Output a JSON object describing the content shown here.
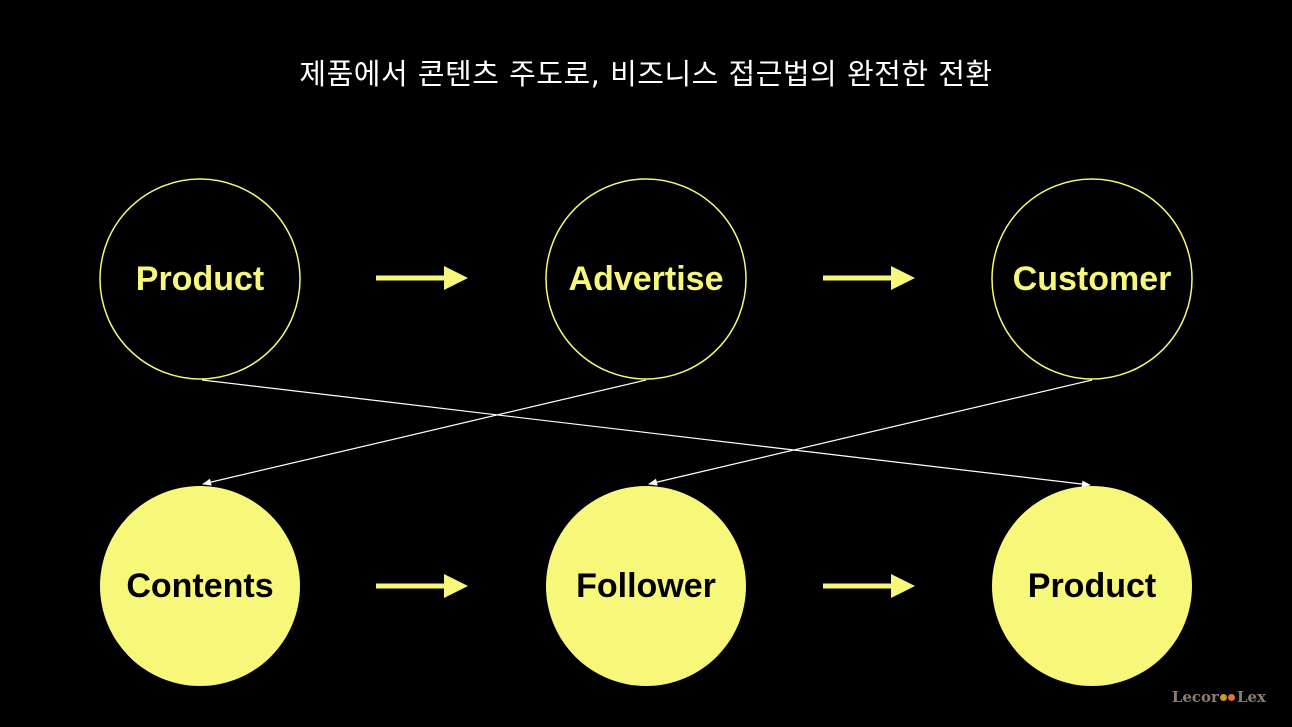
{
  "title": "제품에서 콘텐츠 주도로, 비즈니스 접근법의 완전한 전환",
  "colors": {
    "background": "#000000",
    "accent": "#f7f77a",
    "title_text": "#ffffff",
    "connector": "#ffffff",
    "filled_label": "#000000"
  },
  "nodes": {
    "top": [
      {
        "label": "Product"
      },
      {
        "label": "Advertise"
      },
      {
        "label": "Customer"
      }
    ],
    "bottom": [
      {
        "label": "Contents"
      },
      {
        "label": "Follower"
      },
      {
        "label": "Product"
      }
    ]
  },
  "logo": {
    "left": "Lecor",
    "right": "Lex",
    "dot_colors": [
      "#c59a2a",
      "#d9763b"
    ]
  }
}
